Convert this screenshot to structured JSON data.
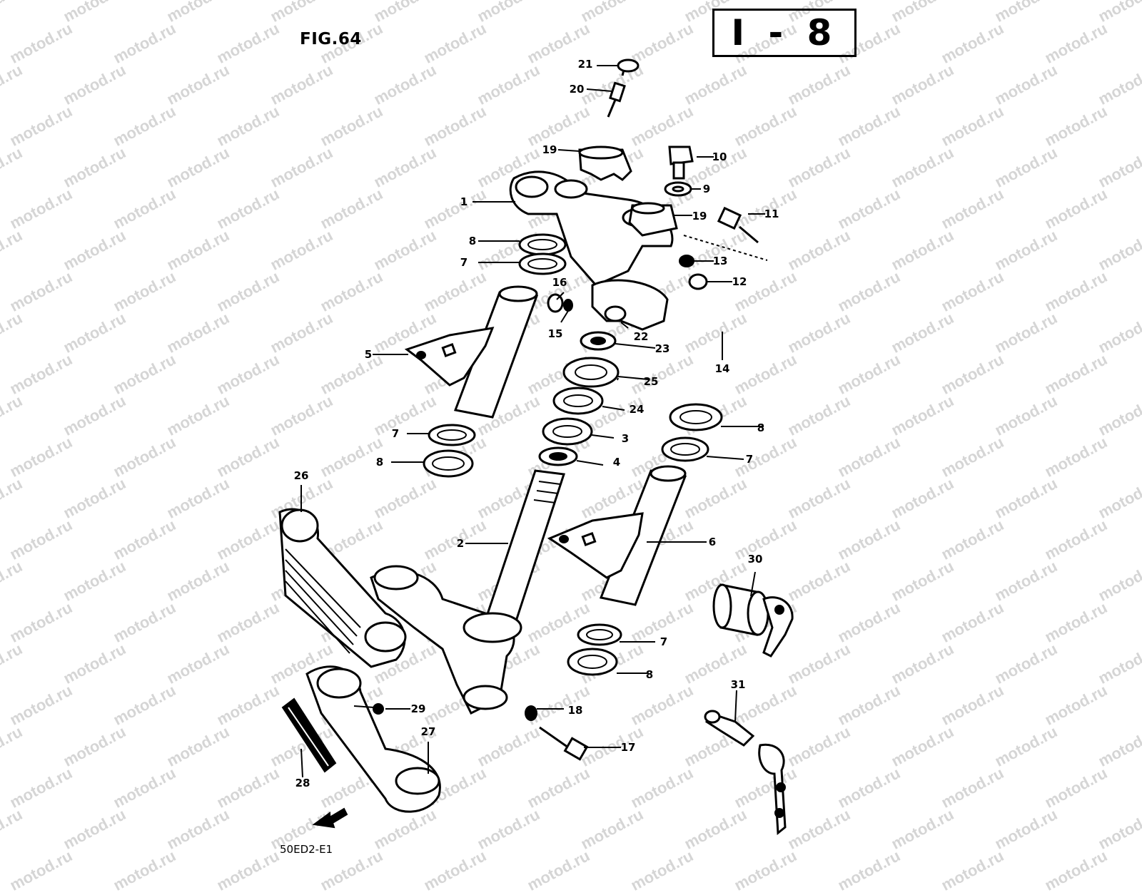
{
  "figure_label": "FIG.64",
  "section_code": "I - 8",
  "diagram_code": "50ED2-E1",
  "watermark": "motod.ru",
  "callouts": [
    {
      "n": "1"
    },
    {
      "n": "2"
    },
    {
      "n": "3"
    },
    {
      "n": "4"
    },
    {
      "n": "5"
    },
    {
      "n": "6"
    },
    {
      "n": "7"
    },
    {
      "n": "7"
    },
    {
      "n": "7"
    },
    {
      "n": "7"
    },
    {
      "n": "8"
    },
    {
      "n": "8"
    },
    {
      "n": "8"
    },
    {
      "n": "8"
    },
    {
      "n": "9"
    },
    {
      "n": "10"
    },
    {
      "n": "11"
    },
    {
      "n": "12"
    },
    {
      "n": "13"
    },
    {
      "n": "14"
    },
    {
      "n": "15"
    },
    {
      "n": "16"
    },
    {
      "n": "17"
    },
    {
      "n": "18"
    },
    {
      "n": "19"
    },
    {
      "n": "19"
    },
    {
      "n": "20"
    },
    {
      "n": "21"
    },
    {
      "n": "22"
    },
    {
      "n": "23"
    },
    {
      "n": "24"
    },
    {
      "n": "25"
    },
    {
      "n": "26"
    },
    {
      "n": "27"
    },
    {
      "n": "28"
    },
    {
      "n": "29"
    },
    {
      "n": "30"
    },
    {
      "n": "31"
    }
  ]
}
